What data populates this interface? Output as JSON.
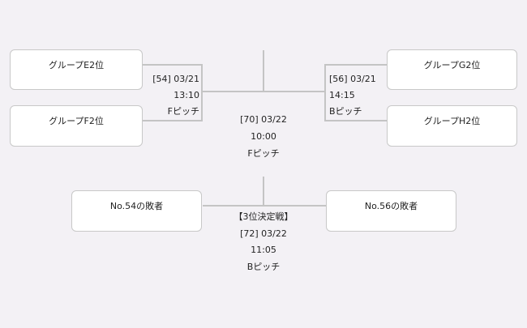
{
  "teams": {
    "e2": "グループE2位",
    "f2": "グループF2位",
    "g2": "グループG2位",
    "h2": "グループH2位",
    "loser54": "No.54の敗者",
    "loser56": "No.56の敗者"
  },
  "match54": {
    "id_date": "[54] 03/21",
    "time": "13:10",
    "pitch": "Fピッチ"
  },
  "match56": {
    "id_date": "[56] 03/21",
    "time": "14:15",
    "pitch": "Bピッチ"
  },
  "match70": {
    "id_date": "[70] 03/22",
    "time": "10:00",
    "pitch": "Fピッチ"
  },
  "match72": {
    "title": "【3位決定戦】",
    "id_date": "[72] 03/22",
    "time": "11:05",
    "pitch": "Bピッチ"
  }
}
